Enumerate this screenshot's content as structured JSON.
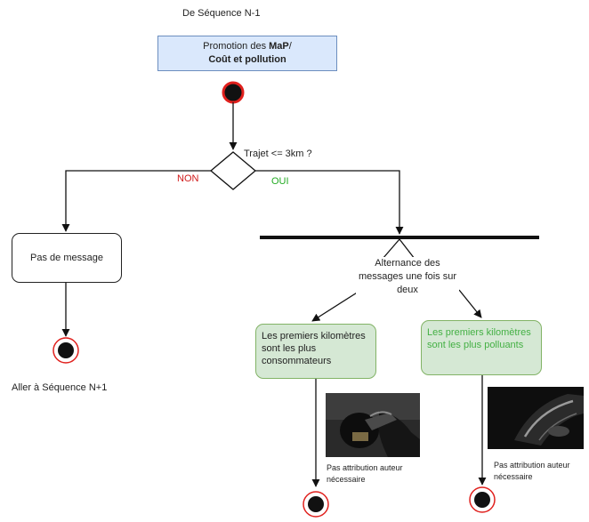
{
  "header": {
    "prev_sequence": "De Séquence N-1"
  },
  "start_box": {
    "line1_prefix": "Promotion des ",
    "line1_bold": "MaP",
    "line1_suffix": "/",
    "line2_bold": "Coût et pollution"
  },
  "decision": {
    "question": "Trajet <= 3km ?",
    "no_label": "NON",
    "yes_label": "OUI"
  },
  "no_branch": {
    "action": "Pas de message",
    "next": "Aller à Séquence N+1"
  },
  "yes_branch": {
    "fork_label": "Alternance des messages une fois sur deux",
    "options": [
      {
        "text": "Les premiers kilomètres sont les plus consommateurs",
        "note": "Pas attribution auteur nécessaire"
      },
      {
        "text": "Les premiers kilomètres sont les plus polluants",
        "note": "Pas attribution auteur nécessaire"
      }
    ]
  },
  "colors": {
    "start_fill": "#dae8fc",
    "start_stroke": "#6c8ebf",
    "option_fill": "#d5e8d4",
    "option_stroke": "#82b366",
    "no_color": "#d11a1a",
    "yes_color": "#22aa22",
    "end_ring": "#e0201d"
  }
}
